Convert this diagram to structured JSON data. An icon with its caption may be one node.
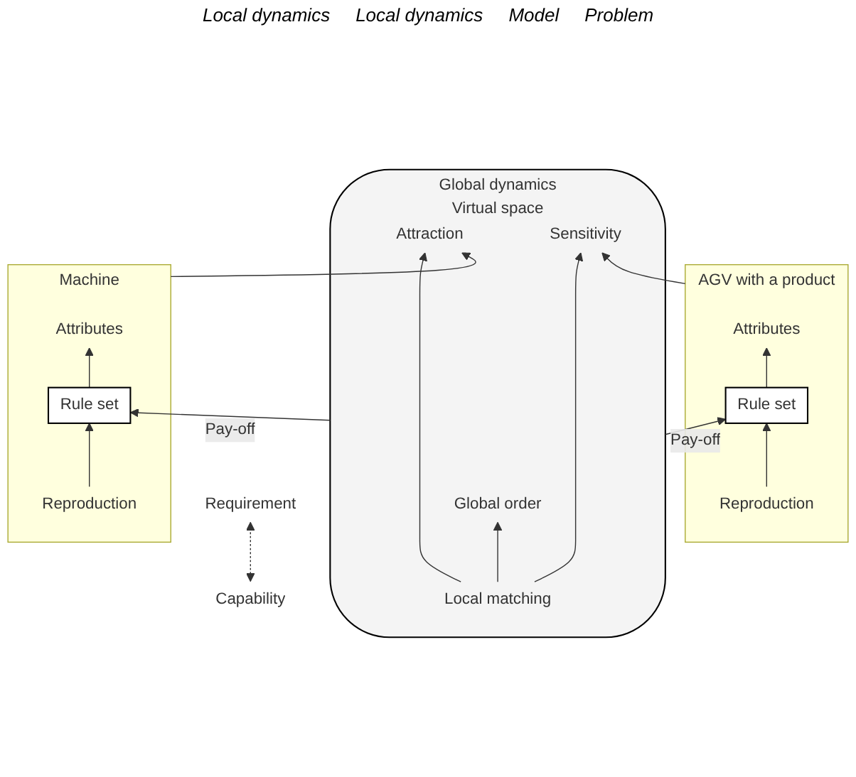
{
  "diagram": {
    "nodes": [
      {
        "text": [
          "Virtual space"
        ],
        "beside": [
          "Global dynamics"
        ]
      },
      {
        "text": [
          "Global order"
        ],
        "in": 0
      },
      {
        "text": [
          "Local matching"
        ],
        "in": 0
      },
      {
        "text": [
          "Attraction"
        ],
        "in": 0
      },
      {
        "text": [
          "Sensitivity"
        ],
        "in": 0
      },
      {
        "text": [
          "Machine"
        ]
      },
      {
        "text": [
          "Attributes"
        ],
        "in": 5
      },
      {
        "text": [
          "Rule set"
        ],
        "in": 5
      },
      {
        "text": [
          "Reproduction"
        ],
        "in": 5
      },
      {
        "text": [
          "AGV with a product"
        ]
      },
      {
        "text": [
          "Attributes"
        ],
        "in": 9
      },
      {
        "text": [
          "Rule set"
        ],
        "in": 9
      },
      {
        "text": [
          "Reproduction"
        ],
        "in": 9
      },
      {
        "text": [
          "Capability"
        ]
      },
      {
        "text": [
          "Requirement"
        ]
      }
    ],
    "edges": [
      {
        "from": 2,
        "to": 1,
        "arrow": "to"
      },
      {
        "from": 2,
        "to": 3,
        "arrow": "to"
      },
      {
        "from": 2,
        "to": 4,
        "arrow": "to"
      },
      {
        "from": 0,
        "to": 7,
        "arrow": "to",
        "label": "Pay-off"
      },
      {
        "from": 0,
        "to": 11,
        "arrow": "to",
        "label": "Pay-off"
      },
      {
        "from": 5,
        "to": 3,
        "arrow": "to"
      },
      {
        "from": 9,
        "to": 4,
        "arrow": "to"
      },
      {
        "from": 7,
        "to": 6,
        "arrow": "to"
      },
      {
        "from": 8,
        "to": 7,
        "arrow": "to"
      },
      {
        "from": 11,
        "to": 10,
        "arrow": "to"
      },
      {
        "from": 12,
        "to": 11,
        "arrow": "to"
      },
      {
        "from": 13,
        "to": 14,
        "arrow": "both",
        "style": "dashed"
      }
    ],
    "labels": [
      "Local dynamics",
      "Local dynamics",
      "Model",
      "Problem"
    ]
  }
}
